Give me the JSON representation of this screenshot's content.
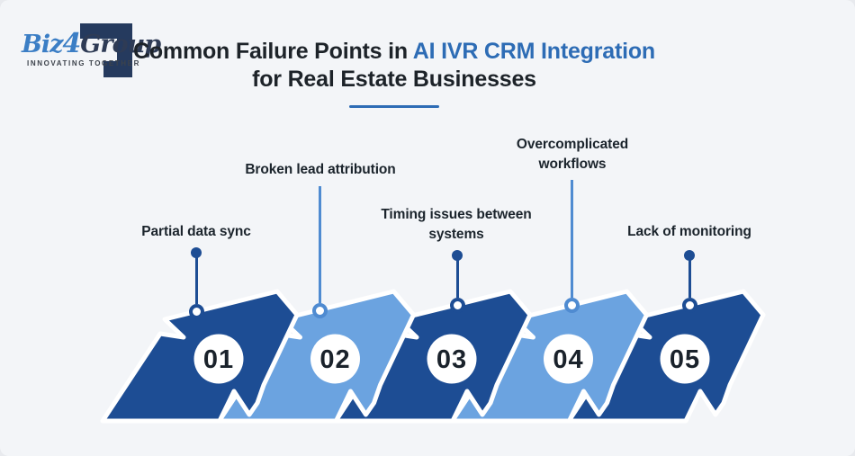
{
  "logo": {
    "brand_biz": "Biz",
    "brand_4": "4",
    "brand_group": "Group",
    "tagline": "INNOVATING TOGETHER"
  },
  "title": {
    "prefix": "Common Failure Points in ",
    "highlight": "AI IVR CRM Integration",
    "line2": "for Real Estate Businesses"
  },
  "steps": [
    {
      "number": "01",
      "label": "Partial data sync"
    },
    {
      "number": "02",
      "label": "Broken lead attribution"
    },
    {
      "number": "03",
      "label": "Timing issues between systems"
    },
    {
      "number": "04",
      "label": "Overcomplicated workflows"
    },
    {
      "number": "05",
      "label": "Lack of monitoring"
    }
  ],
  "colors": {
    "background": "#f3f5f8",
    "arrow_dark_blue": "#1d4d94",
    "arrow_light_blue": "#6ba3e0",
    "title_accent_blue": "#2d6cb5",
    "connector_light_blue": "#4f8bd1",
    "text_dark": "#1d2329",
    "logo_navy": "#253a5e",
    "logo_blue": "#3b7ec5"
  }
}
